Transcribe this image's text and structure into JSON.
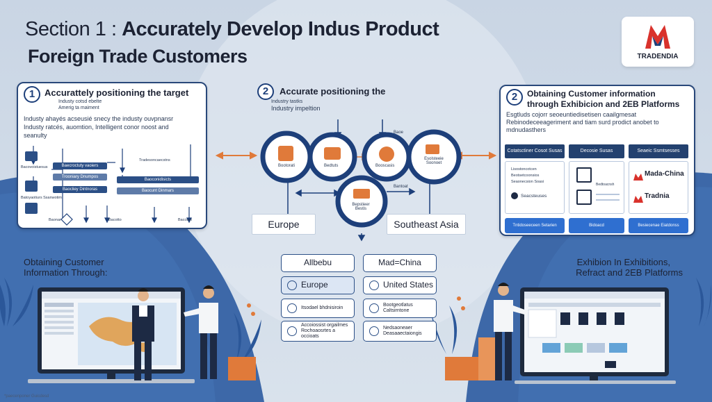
{
  "title": {
    "line1_prefix": "Section 1 : ",
    "line1_main": "Accurately Develop Indus Product",
    "line2": "Foreign Trade Customers"
  },
  "logo": {
    "text": "TRADENDIA"
  },
  "panel_left": {
    "number": "1",
    "heading": "Accurattely positioning the target",
    "sub_lines": [
      "Industy cotsd ebelte",
      "Amerig ta maiment"
    ],
    "body_lines": [
      "Industy ahayés acseusié snecy the industy ouvpnansr",
      "Industy ratcés, auomtion, Intelligent conor noost and",
      "seanulty"
    ],
    "bars": [
      {
        "label": "Baecroctuty vaoiers"
      },
      {
        "label": "Trooniary Dnumpos"
      },
      {
        "label": "Baocliey Dintnoras"
      },
      {
        "label": "Tradesoncaecstns"
      },
      {
        "label": "Baoconidisicts"
      },
      {
        "label": "Baocunt Dinmars"
      }
    ],
    "side_labels": [
      "Bacovoistuesus",
      "Batoyaotiurs Ssanwotim",
      "Baonar"
    ],
    "bottom_labels": [
      "Bacotto",
      "Bacceet"
    ]
  },
  "panel_mid": {
    "number": "2",
    "heading": "Accurate positioning the",
    "sub_lines": [
      "Industry tastks",
      "Industry impeltion"
    ],
    "nodes": [
      {
        "label": "Bootorati"
      },
      {
        "label": "Bedtuts"
      },
      {
        "label": "Booscasis"
      },
      {
        "label": "Esolsteeie Soonoet"
      },
      {
        "label": "Bepstieer Bestis"
      }
    ],
    "tiny_labels": [
      "Baoe",
      "Bantoat"
    ],
    "regions": {
      "left": "Europe",
      "right": "Southeast Asia"
    }
  },
  "panel_right": {
    "number": "2",
    "heading_lines": [
      "Obtaining Customer information",
      "through Exhibicion  and 2EB Platforms"
    ],
    "body_lines": [
      "Esgtluds cojorr seoeuntiedisetisen caailgmesat",
      "Rebinodeceeageriment and tiam surd prodict anobet to",
      "mdnudasthers"
    ],
    "tabs": [
      "Cotatsctiner Cosot Susas",
      "Decosie Susas",
      "Seaeic Ssmtsesses"
    ],
    "card_lines": [
      "Lisostoncotcen",
      "Beotsetcoonsios",
      "Seaonecsion Soasi"
    ],
    "card_item": "Seacsteuses",
    "tile_caption": "Bedtoacnsh",
    "platforms": [
      "Mada-China",
      "Tradnia"
    ],
    "buttons": [
      "Tntidoseeceen Setarien",
      "Bidoacd",
      "Besiecenae Eiatdonss"
    ]
  },
  "platform_list": [
    {
      "name": "Allbebu",
      "selected": false,
      "icon": false
    },
    {
      "name": "Mad=China",
      "selected": false,
      "icon": false
    },
    {
      "name": "Europe",
      "selected": true,
      "icon": true
    },
    {
      "name": "United States",
      "selected": false,
      "icon": true
    },
    {
      "name": "Itsodael bhdnisiroin",
      "selected": false,
      "icon": true,
      "small": true
    },
    {
      "name": "Bootgeotlatus Caltsirntone",
      "selected": false,
      "icon": true,
      "small": true
    },
    {
      "name": "Accoiossist orgailmes Rochoaosrtes a occioats",
      "selected": false,
      "icon": true,
      "small": true
    },
    {
      "name": "Nedsaoneaer Deasaaectaiongis",
      "selected": false,
      "icon": true,
      "small": true
    }
  ],
  "side_left": {
    "lines": [
      "Obtaining Customer",
      "Information Through:"
    ]
  },
  "side_right": {
    "lines": [
      "Exhibion  In Exhibitions,",
      "Refract and 2EB Platforms"
    ]
  },
  "footer": {
    "caption": "*paecenponer Guicdesd"
  },
  "colors": {
    "navy": "#1d3f7a",
    "mid_blue": "#2b4f86",
    "orange": "#e07a3a",
    "bg": "#d3dde9",
    "accent_blue": "#2f6fd0"
  }
}
